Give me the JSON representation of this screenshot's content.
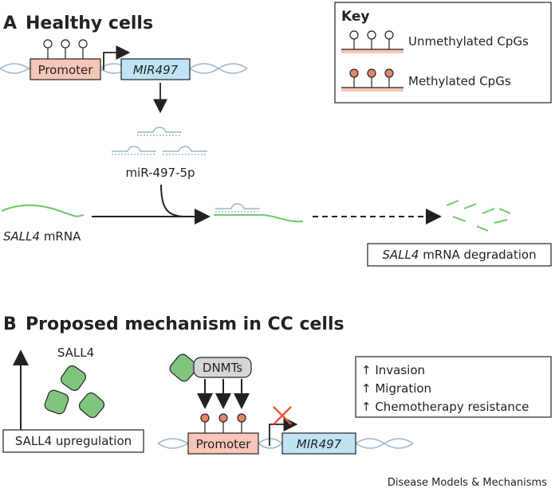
{
  "panel_a": {
    "letter": "A",
    "title": "Healthy cells",
    "promoter_label": "Promoter",
    "gene_label": "MIR497",
    "mirna_label": "miR-497-5p",
    "mrna_gene": "SALL4",
    "mrna_suffix": " mRNA",
    "degradation_gene": "SALL4",
    "degradation_suffix": " mRNA degradation"
  },
  "key": {
    "title": "Key",
    "unmethylated_label": "Unmethylated CpGs",
    "methylated_label": "Methylated CpGs"
  },
  "panel_b": {
    "letter": "B",
    "title": "Proposed mechanism in CC cells",
    "protein_label": "SALL4",
    "upregulation_label": "SALL4 upregulation",
    "dnmt_label": "DNMTs",
    "promoter_label": "Promoter",
    "gene_label": "MIR497",
    "effects": [
      "↑ Invasion",
      "↑ Migration",
      "↑ Chemotherapy resistance"
    ]
  },
  "footer": {
    "credit": "Disease Models & Mechanisms"
  },
  "colors": {
    "promoter_fill": "#f7c6b6",
    "gene_fill": "#bfe3f5",
    "methyl_fill": "#e8856a",
    "protein_fill": "#7fc47f",
    "dnmt_fill": "#d6d6d6",
    "rna_green": "#6cc96c",
    "cross_red": "#e05a3a"
  }
}
